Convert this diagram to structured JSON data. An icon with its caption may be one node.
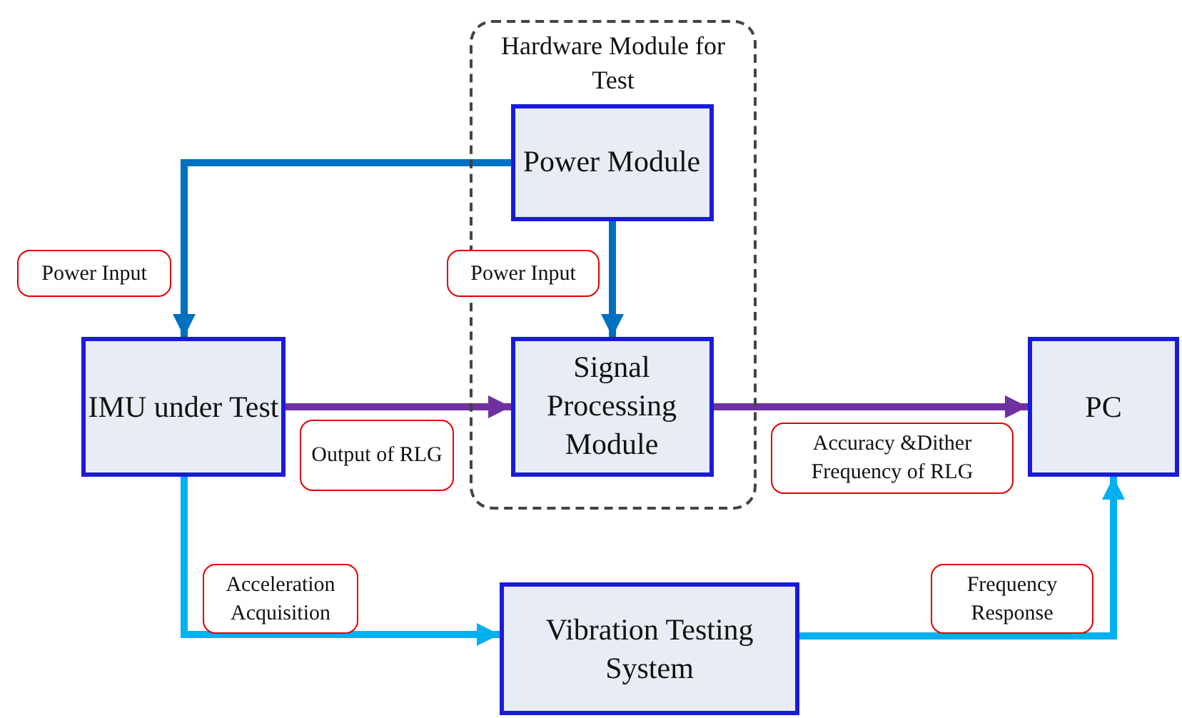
{
  "diagram": {
    "nodes": [
      {
        "text": [
          "Hardware Module for Test"
        ]
      },
      {
        "text": [
          "Power Module"
        ],
        "in": 0
      },
      {
        "text": [
          "Signal Processing Module"
        ],
        "in": 0
      },
      {
        "text": [
          "IMU under Test"
        ]
      },
      {
        "text": [
          "PC"
        ]
      },
      {
        "text": [
          "Vibration Testing System"
        ]
      }
    ],
    "edges": [
      {
        "from": 1,
        "to": 3,
        "arrow": "to",
        "label": "Power Input",
        "color": "#0070c0"
      },
      {
        "from": 1,
        "to": 2,
        "arrow": "to",
        "label": "Power Input",
        "color": "#0070c0"
      },
      {
        "from": 3,
        "to": 2,
        "arrow": "to",
        "label": "Output of RLG",
        "color": "#7030a0"
      },
      {
        "from": 2,
        "to": 4,
        "arrow": "to",
        "label": "Accuracy &Dither Frequency of RLG",
        "color": "#7030a0"
      },
      {
        "from": 3,
        "to": 5,
        "arrow": "to",
        "label": "Acceleration Acquisition",
        "color": "#00b0f0"
      },
      {
        "from": 5,
        "to": 4,
        "arrow": "to",
        "label": "Frequency Response",
        "color": "#00b0f0"
      }
    ]
  }
}
